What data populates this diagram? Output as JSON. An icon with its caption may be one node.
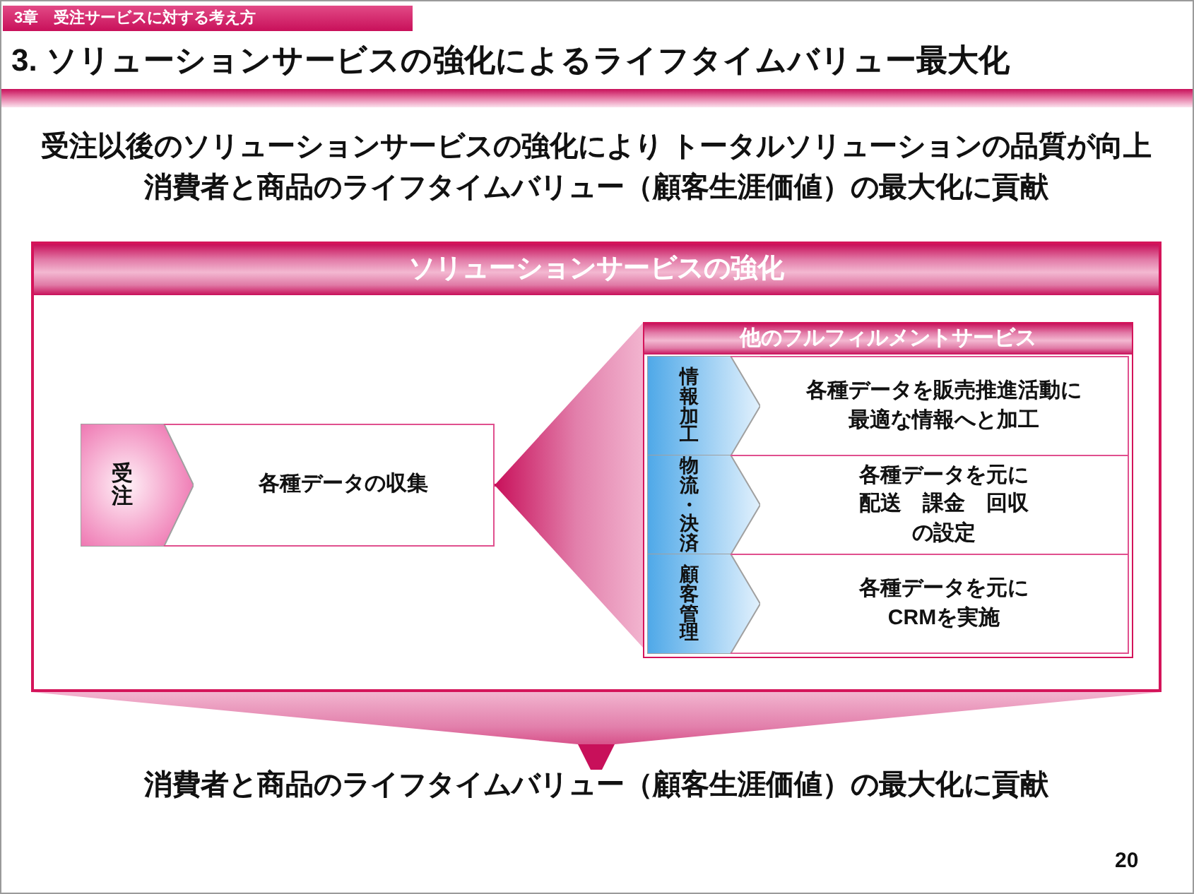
{
  "diagram": {
    "title": "3. ソリューションサービスの強化によるライフタイムバリュー最大化",
    "nodes": [
      {
        "text": [
          "ソリューションサービスの強化"
        ]
      },
      {
        "text": [
          "受注"
        ],
        "in": 0
      },
      {
        "text": [
          "各種データの収集"
        ],
        "in": 0
      },
      {
        "text": [
          "他のフルフィルメントサービス"
        ],
        "in": 0
      },
      {
        "text": [
          "情報加工"
        ],
        "in": 3
      },
      {
        "text": [
          "各種データを販売推進活動に最適な情報へと加工"
        ],
        "in": 3
      },
      {
        "text": [
          "物流・決済"
        ],
        "in": 3
      },
      {
        "text": [
          "各種データを元に配送　課金　回収の設定"
        ],
        "in": 3
      },
      {
        "text": [
          "顧客管理"
        ],
        "in": 3
      },
      {
        "text": [
          "各種データを元にCRMを実施"
        ],
        "in": 3
      },
      {
        "text": [
          "消費者と商品のライフタイムバリュー（顧客生涯価値）の最大化に貢献"
        ]
      }
    ],
    "edges": [
      {
        "from": 3,
        "to": 2,
        "arrow": "to"
      },
      {
        "from": 0,
        "to": 10,
        "arrow": "to"
      }
    ],
    "labels": [
      "3章　受注サービスに対する考え方",
      "受注以後のソリューションサービスの強化により トータルソリューションの品質が向上",
      "消費者と商品のライフタイムバリュー（顧客生涯価値）の最大化に貢献",
      "20"
    ]
  }
}
